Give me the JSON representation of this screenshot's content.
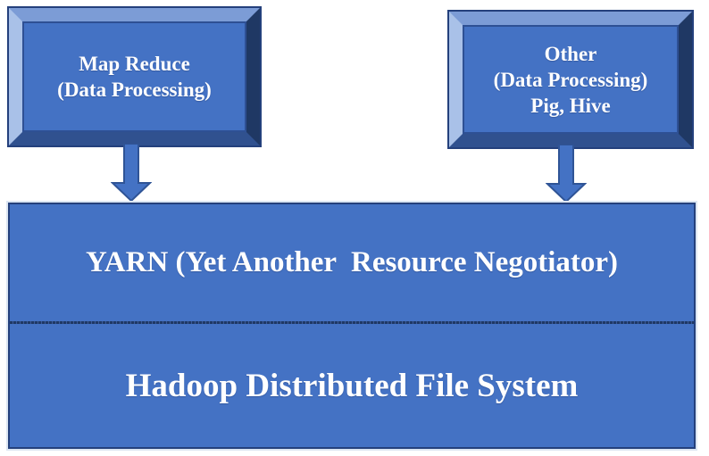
{
  "diagram_type": "hadoop-architecture-block-diagram",
  "colors": {
    "box_fill": "#4472C4",
    "bevel_top": "#7C9CD6",
    "bevel_left": "#A9C1E8",
    "bevel_bottom": "#30518F",
    "bevel_right": "#1F3864",
    "outline_dark": "#24407C",
    "outline_halo": "#DCE6F2",
    "arrow_fill": "#4472C4",
    "arrow_stroke": "#2F5496",
    "text": "#FFFFFF",
    "background": "#FFFFFF"
  },
  "nodes": {
    "map_reduce": {
      "lines": [
        "Map Reduce",
        "(Data Processing)"
      ]
    },
    "other": {
      "lines": [
        "Other",
        "(Data Processing)",
        "Pig, Hive"
      ]
    },
    "yarn": {
      "label": "YARN (Yet Another  Resource Negotiator)"
    },
    "hdfs": {
      "label": "Hadoop Distributed File System"
    }
  },
  "connections": [
    {
      "from": "map_reduce",
      "to": "yarn",
      "style": "down-arrow"
    },
    {
      "from": "other",
      "to": "yarn",
      "style": "down-arrow"
    }
  ]
}
